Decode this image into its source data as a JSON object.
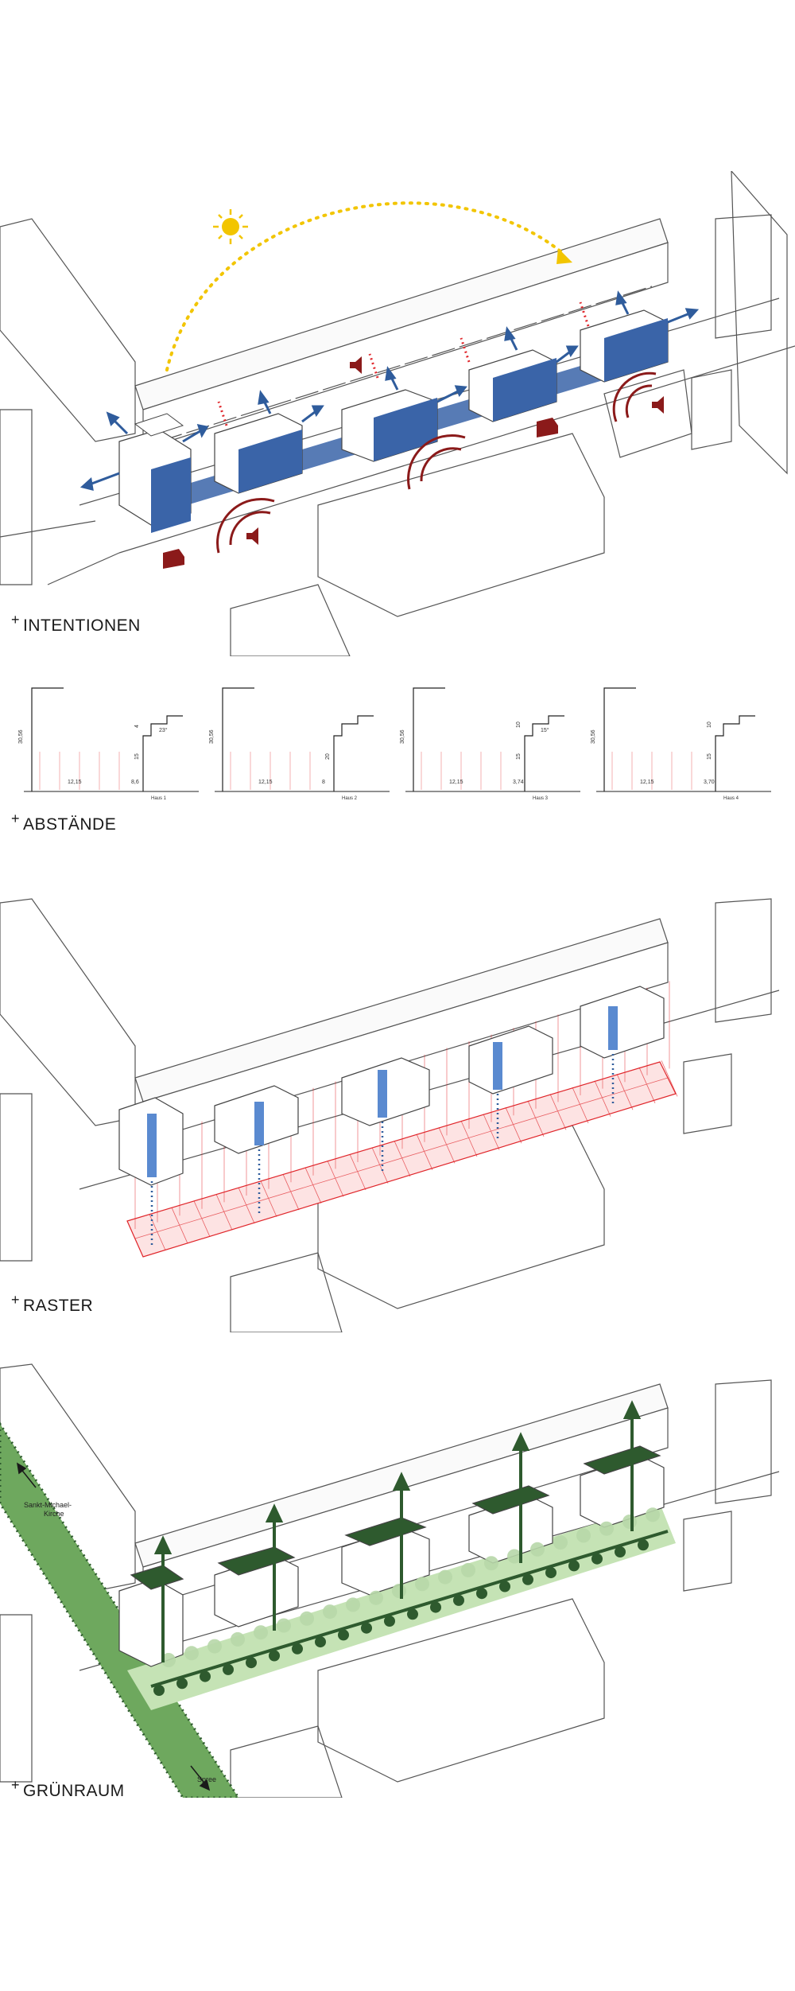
{
  "sections": {
    "intentionen": "INTENTIONEN",
    "abstaende": "ABSTÄNDE",
    "raster": "RASTER",
    "gruenraum": "GRÜNRAUM"
  },
  "abstaende_sections": [
    {
      "height": "30,56",
      "width": "12,15",
      "offset": "8,6",
      "story": "15",
      "top": "4",
      "angle": "23°",
      "haus": "Haus 1"
    },
    {
      "height": "30,56",
      "width": "12,15",
      "offset": "8",
      "story": "20",
      "top": "",
      "angle": "",
      "haus": "Haus 2"
    },
    {
      "height": "30,56",
      "width": "12,15",
      "offset": "3,74",
      "story": "15",
      "top": "10",
      "angle": "15°",
      "haus": "Haus 3"
    },
    {
      "height": "30,56",
      "width": "12,15",
      "offset": "3,70",
      "story": "15",
      "top": "10",
      "angle": "",
      "haus": "Haus 4"
    }
  ],
  "gruenraum_labels": {
    "north": "Sankt-Michael-\nKirche",
    "south": "Spree"
  },
  "colors": {
    "facade_blue": "#3a64a8",
    "arrow_blue": "#2f5c9c",
    "sun_yellow": "#f2c500",
    "noise_red": "#8b1a1a",
    "grid_red": "#e0262b",
    "green_dark": "#2e5a2e",
    "green_light": "#8cc47c",
    "line_gray": "#4a4a4a"
  },
  "icons": [
    "sun-icon",
    "speaker-icon",
    "car-icon",
    "sound-wave-icon",
    "wind-arrow-icon",
    "tree-icon",
    "arrow-up-icon"
  ]
}
